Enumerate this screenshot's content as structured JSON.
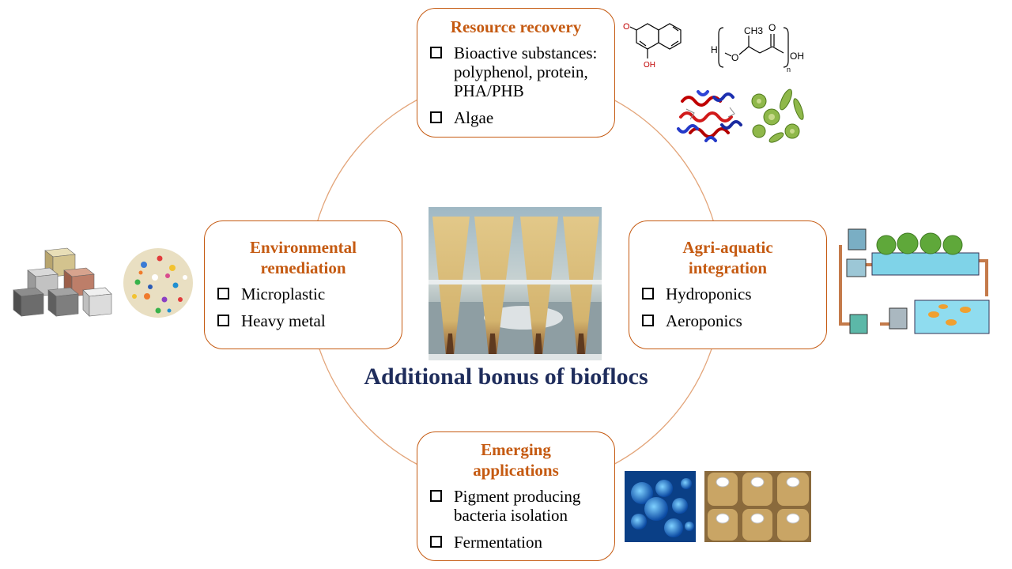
{
  "center_title": "Additional bonus of bioflocs",
  "boxes": {
    "resource": {
      "title": "Resource recovery",
      "items": [
        "Bioactive substances: polyphenol, protein, PHA/PHB",
        "Algae"
      ]
    },
    "environmental": {
      "title": "Environmental remediation",
      "items": [
        "Microplastic",
        "Heavy metal"
      ]
    },
    "agri": {
      "title": "Agri-aquatic integration",
      "items": [
        "Hydroponics",
        "Aeroponics"
      ]
    },
    "emerging": {
      "title": "Emerging applications",
      "items": [
        "Pigment producing bacteria isolation",
        "Fermentation"
      ]
    }
  },
  "chem_labels": {
    "coumarin_o": "O",
    "coumarin_oh": "OH",
    "pha_h": "H",
    "pha_o": "O",
    "pha_ch3": "CH3",
    "pha_carbonyl_o": "O",
    "pha_oh": "OH",
    "pha_n": "n"
  },
  "colors": {
    "accent": "#c55a11",
    "center_title": "#1f2d5c",
    "ring": "#e3a57a"
  }
}
